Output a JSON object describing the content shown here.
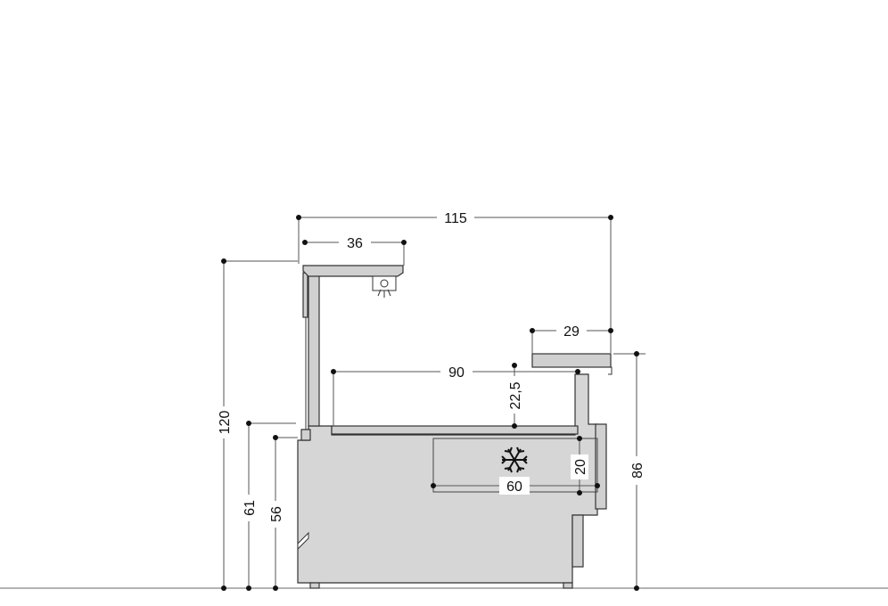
{
  "dimensions": {
    "overall_width": "115",
    "canopy_width": "36",
    "shelf_width": "29",
    "display_depth": "90",
    "display_height": "22,5",
    "storage_depth": "60",
    "storage_height": "20",
    "overall_height": "120",
    "front_height_61": "61",
    "front_height_56": "56",
    "rear_height": "86"
  },
  "icons": {
    "refrigeration": "snowflake-icon",
    "lamp": "lamp-icon"
  },
  "colors": {
    "body_fill": "#d6d6d6",
    "outline": "#333333",
    "dimension_line": "#555555"
  }
}
